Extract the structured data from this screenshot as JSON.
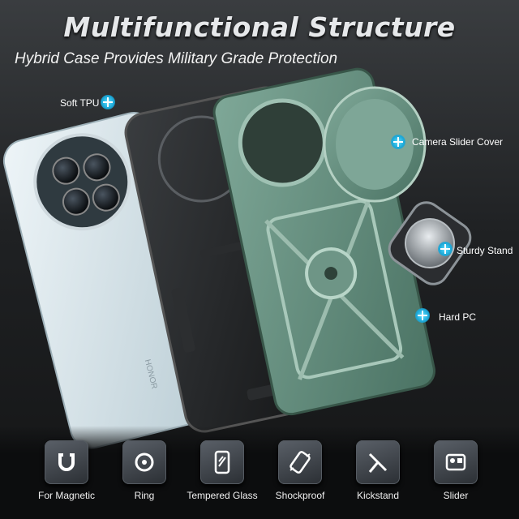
{
  "header": {
    "title": "Multifunctional Structure",
    "subtitle": "Hybrid Case Provides Military Grade Protection"
  },
  "callouts": {
    "soft_tpu": "Soft TPU",
    "camera_slider_cover": "Camera Slider Cover",
    "sturdy_stand": "Sturdy Stand",
    "hard_pc": "Hard PC"
  },
  "features": [
    {
      "label": "For Magnetic",
      "icon": "magnet-icon"
    },
    {
      "label": "Ring",
      "icon": "ring-icon"
    },
    {
      "label": "Tempered Glass",
      "icon": "glass-icon"
    },
    {
      "label": "Shockproof",
      "icon": "shockproof-icon"
    },
    {
      "label": "Kickstand",
      "icon": "kickstand-icon"
    },
    {
      "label": "Slider",
      "icon": "slider-icon"
    }
  ],
  "colors": {
    "accent": "#1aa6d6",
    "case_green": "#5f8a7a",
    "phone_white": "#dfe9ee"
  },
  "phone": {
    "brand_text": "HONOR"
  }
}
